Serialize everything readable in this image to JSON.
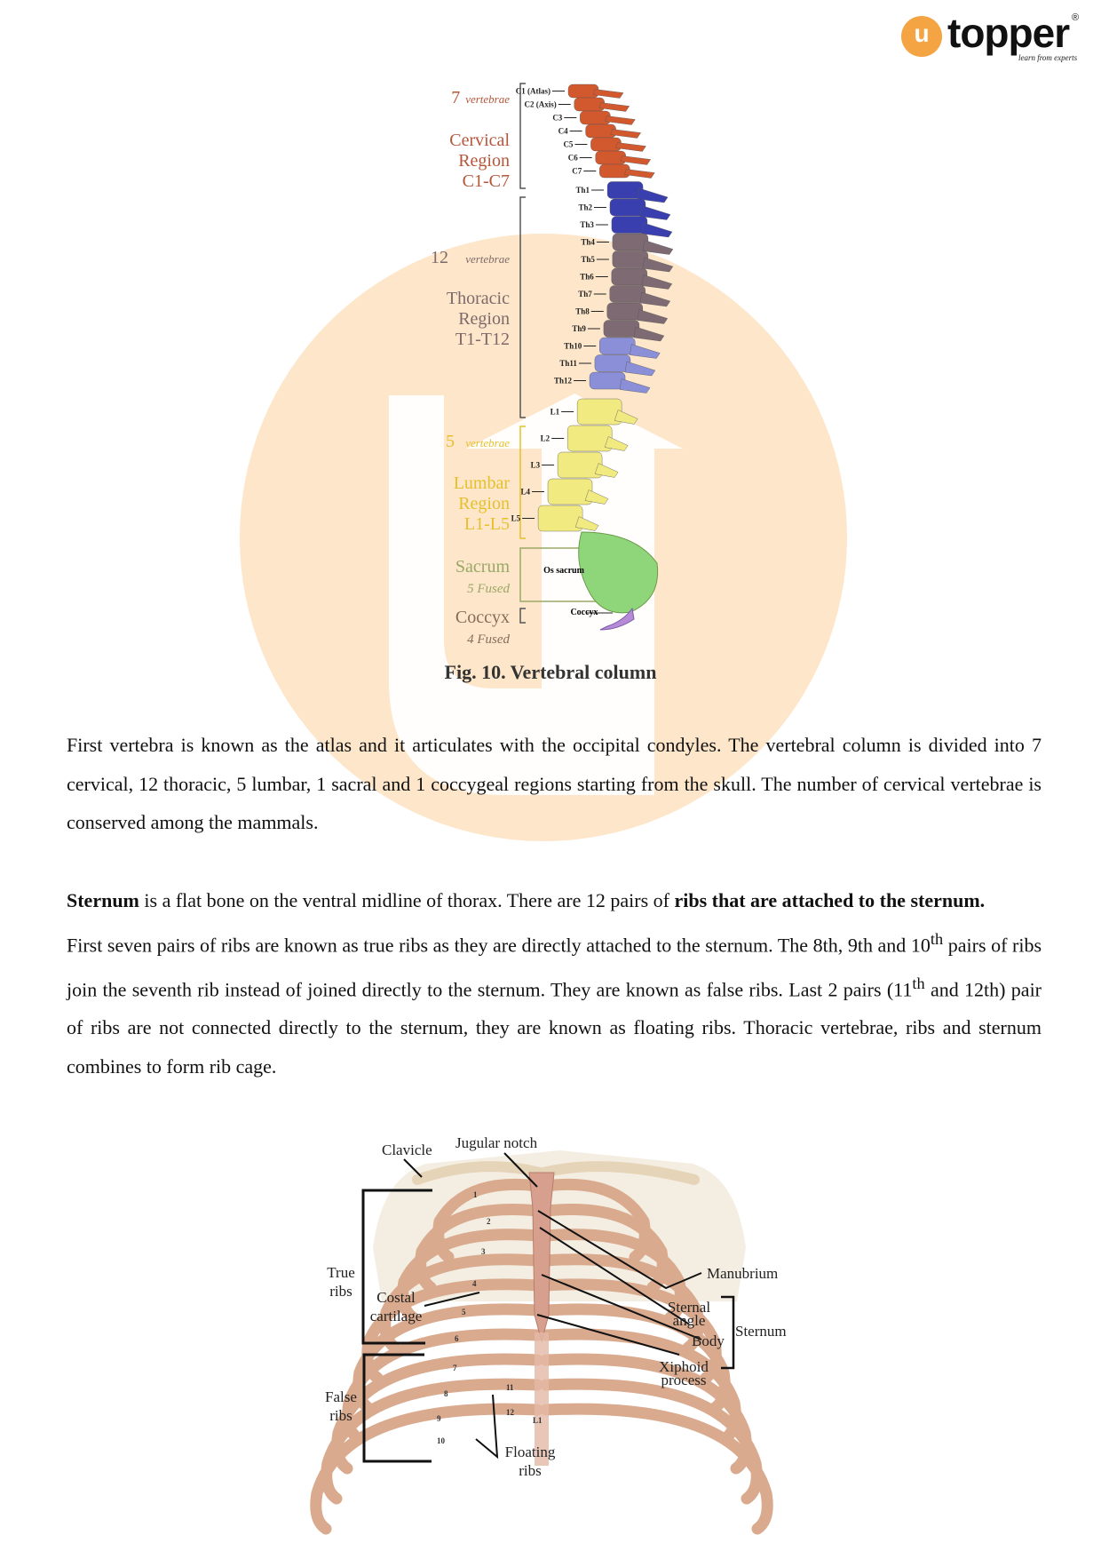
{
  "logo": {
    "mark": "u",
    "name": "topper",
    "tagline": "learn from experts",
    "registered": "®"
  },
  "watermark_color": "#fde2bf",
  "spine_figure": {
    "regions": [
      {
        "count": "7",
        "count_unit": "vertebrae",
        "name": "Cervical",
        "word": "Region",
        "range": "C1-C7",
        "color": "#b5553a",
        "fill": "#d2582e"
      },
      {
        "count": "12",
        "count_unit": "vertebrae",
        "name": "Thoracic",
        "word": "Region",
        "range": "T1-T12",
        "color": "#7d6a6a",
        "fill": "#3a3fb0"
      },
      {
        "count": "5",
        "count_unit": "vertebrae",
        "name": "Lumbar",
        "word": "Region",
        "range": "L1-L5",
        "color": "#e6c02a",
        "fill": "#f1ea80"
      },
      {
        "name": "Sacrum",
        "fused": "5 Fused",
        "color": "#9aa866",
        "fill": "#8fd67a"
      },
      {
        "name": "Coccyx",
        "fused": "4 Fused",
        "color": "#8a6a5a",
        "fill": "#b58ad6"
      }
    ],
    "vertebra_labels": [
      "C1 (Atlas)",
      "C2 (Axis)",
      "C3",
      "C4",
      "C5",
      "C6",
      "C7",
      "Th1",
      "Th2",
      "Th3",
      "Th4",
      "Th5",
      "Th6",
      "Th7",
      "Th8",
      "Th9",
      "Th10",
      "Th11",
      "Th12",
      "L1",
      "L2",
      "L3",
      "L4",
      "L5"
    ],
    "sacrum_label": "Os sacrum",
    "coccyx_label": "Coccyx",
    "caption": "Fig. 10. Vertebral column"
  },
  "paragraph1": "First vertebra is known as the atlas and it articulates with the occipital condyles. The vertebral column is divided into 7 cervical, 12 thoracic, 5 lumbar, 1 sacral and 1 coccygeal regions starting from the skull. The number of cervical vertebrae is conserved among the mammals.",
  "paragraph2": {
    "bold1": "Sternum",
    "text1": " is a flat bone on the ventral midline of thorax. There are 12 pairs of ",
    "bold2": "ribs that are attached to the sternum."
  },
  "paragraph3": {
    "t1": "First seven pairs of ribs are known as true ribs as they are directly attached to the sternum. The 8th, 9th and 10",
    "sup1": "th",
    "t2": " pairs of ribs join the seventh rib instead of joined directly to the sternum. They are known as false ribs. Last 2 pairs (11",
    "sup2": "th",
    "t3": " and 12th) pair of ribs are not connected directly to the sternum, they are known as floating ribs. Thoracic vertebrae, ribs and sternum combines to form rib cage."
  },
  "rib_figure": {
    "clavicle": "Clavicle",
    "jugular_notch": "Jugular notch",
    "true_ribs": [
      "True",
      "ribs"
    ],
    "costal_cartilage": [
      "Costal",
      "cartilage"
    ],
    "manubrium": "Manubrium",
    "sternal_angle": [
      "Sternal",
      "angle"
    ],
    "body": "Body",
    "sternum": "Sternum",
    "xiphoid_process": [
      "Xiphoid",
      "process"
    ],
    "false_ribs": [
      "False",
      "ribs"
    ],
    "floating_ribs": [
      "Floating",
      "ribs"
    ],
    "rib_numbers": [
      "1",
      "2",
      "3",
      "4",
      "5",
      "6",
      "7",
      "8",
      "9",
      "10",
      "11",
      "12",
      "L1"
    ]
  }
}
